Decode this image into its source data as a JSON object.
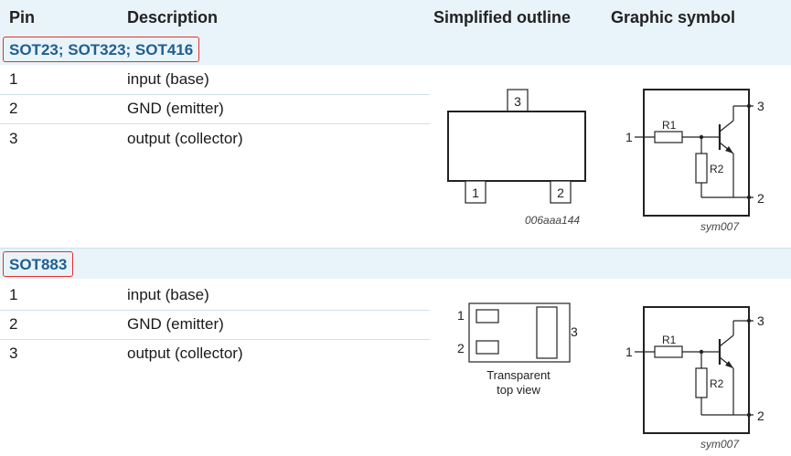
{
  "header": {
    "pin": "Pin",
    "description": "Description",
    "outline": "Simplified outline",
    "symbol": "Graphic symbol"
  },
  "section1": {
    "package": "SOT23; SOT323; SOT416",
    "rows": [
      {
        "pin": "1",
        "description": "input (base)"
      },
      {
        "pin": "2",
        "description": "GND (emitter)"
      },
      {
        "pin": "3",
        "description": "output (collector)"
      }
    ],
    "outline": {
      "pin_top": "3",
      "pin_left": "1",
      "pin_right": "2",
      "code": "006aaa144"
    },
    "symbol": {
      "r1": "R1",
      "r2": "R2",
      "pin1": "1",
      "pin2": "2",
      "pin3": "3",
      "code": "sym007"
    }
  },
  "section2": {
    "package": "SOT883",
    "rows": [
      {
        "pin": "1",
        "description": "input (base)"
      },
      {
        "pin": "2",
        "description": "GND (emitter)"
      },
      {
        "pin": "3",
        "description": "output (collector)"
      }
    ],
    "outline": {
      "pin1": "1",
      "pin2": "2",
      "pin3": "3",
      "caption_line1": "Transparent",
      "caption_line2": "top view"
    },
    "symbol": {
      "r1": "R1",
      "r2": "R2",
      "pin1": "1",
      "pin2": "2",
      "pin3": "3",
      "code": "sym007"
    }
  }
}
